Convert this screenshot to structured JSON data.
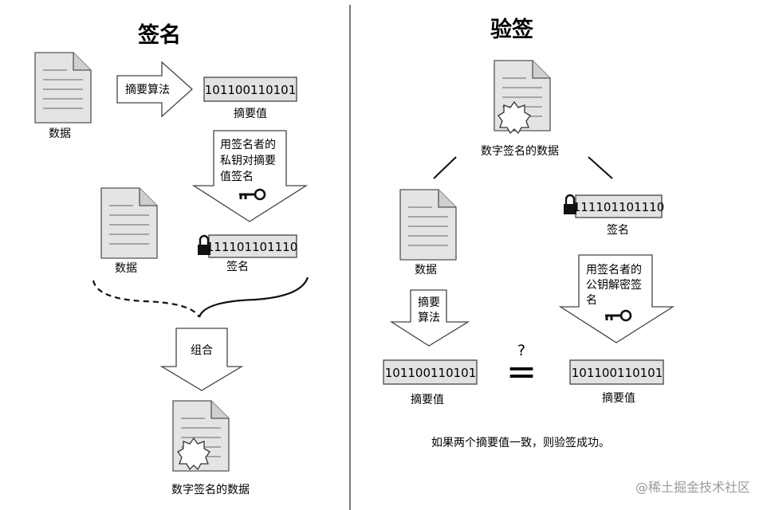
{
  "titles": {
    "sign": "签名",
    "verify": "验签"
  },
  "sign_side": {
    "data_label_1": "数据",
    "arrow_label": "摘要算法",
    "digest_value": "101100110101",
    "digest_label": "摘要值",
    "encrypt_arrow_lines": [
      "用签名者的",
      "私钥对摘要",
      "值签名"
    ],
    "data_label_2": "数据",
    "signature_value": "111101101110",
    "signature_label": "签名",
    "combine_label": "组合",
    "signed_data_label": "数字签名的数据"
  },
  "verify_side": {
    "signed_data_label": "数字签名的数据",
    "data_label": "数据",
    "signature_value": "111101101110",
    "signature_label": "签名",
    "hash_arrow_lines": [
      "摘要",
      "算法"
    ],
    "decrypt_arrow_lines": [
      "用签名者的",
      "公钥解密签",
      "名"
    ],
    "digest_left_value": "101100110101",
    "digest_left_label": "摘要值",
    "digest_right_value": "101100110101",
    "digest_right_label": "摘要值",
    "question": "?",
    "equals": "=",
    "conclusion": "如果两个摘要值一致，则验签成功。"
  },
  "watermark": "@稀土掘金技术社区"
}
